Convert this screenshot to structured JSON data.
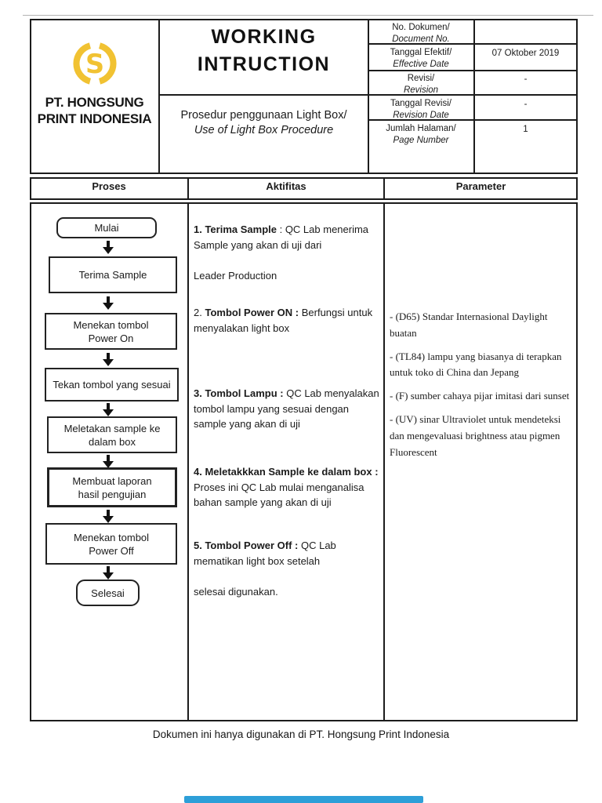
{
  "colors": {
    "logo_yellow": "#F1C232",
    "progress_bar_blue": "#2D9FD8",
    "line_black": "#1C1C1C"
  },
  "header": {
    "title_line1": "WORKING",
    "title_line2": "INTRUCTION",
    "subtitle_line1": "Prosedur penggunaan Light Box/",
    "subtitle_line2": "Use of Light Box Procedure",
    "company_line1": "PT. HONGSUNG",
    "company_line2": "PRINT INDONESIA",
    "logo_icon": "hongsung-s-ring-logo",
    "meta": [
      {
        "label": "No. Dokumen/",
        "label_en": "Document No.",
        "value": ""
      },
      {
        "label": "Tanggal Efektif/",
        "label_en": "Effective Date",
        "value": "07 Oktober 2019"
      },
      {
        "label": "Revisi/",
        "label_en": "Revision",
        "value": "-"
      },
      {
        "label": "Tanggal Revisi/",
        "label_en": "Revision Date",
        "value": "-"
      },
      {
        "label": "Jumlah Halaman/",
        "label_en": "Page Number",
        "value": "1"
      }
    ]
  },
  "columns": {
    "proses": "Proses",
    "aktifitas": "Aktifitas",
    "parameter": "Parameter"
  },
  "flowchart": {
    "nodes": [
      {
        "type": "terminator",
        "label": "Mulai"
      },
      {
        "type": "process",
        "label": "Terima Sample"
      },
      {
        "type": "process",
        "label": "Menekan tombol Power On"
      },
      {
        "type": "process",
        "label": "Tekan tombol yang sesuai"
      },
      {
        "type": "process",
        "label": "Meletakan sample ke dalam box"
      },
      {
        "type": "process",
        "label": "Membuat laporan hasil pengujian"
      },
      {
        "type": "process",
        "label": "Menekan tombol Power Off"
      },
      {
        "type": "terminator",
        "label": "Selesai"
      }
    ]
  },
  "aktifitas_items": [
    {
      "parts": [
        {
          "t": "1. Terima Sample",
          "b": true
        },
        {
          "t": " : QC Lab menerima Sample yang akan di uji dari\n\nLeader Production",
          "b": false
        }
      ]
    },
    {
      "parts": [
        {
          "t": "2. ",
          "b": false
        },
        {
          "t": "Tombol Power ON :",
          "b": true
        },
        {
          "t": " Berfungsi untuk menyalakan light box",
          "b": false
        }
      ]
    },
    {
      "parts": [
        {
          "t": "3. Tombol Lampu :",
          "b": true
        },
        {
          "t": " QC Lab menyalakan tombol lampu yang sesuai dengan sample yang akan di uji",
          "b": false
        }
      ]
    },
    {
      "parts": [
        {
          "t": "4. Meletakkkan Sample ke dalam box :",
          "b": true
        },
        {
          "t": " Proses ini QC Lab mulai menganalisa bahan sample yang akan di uji",
          "b": false
        }
      ]
    },
    {
      "parts": [
        {
          "t": "5. Tombol Power Off :",
          "b": true
        },
        {
          "t": " QC Lab mematikan light box setelah\n\nselesai digunakan.",
          "b": false
        }
      ]
    }
  ],
  "parameter_items": [
    "- (D65) Standar Internasional Daylight buatan",
    "- (TL84) lampu yang biasanya di terapkan untuk toko di China dan Jepang",
    "- (F) sumber cahaya pijar imitasi dari sunset",
    "- (UV) sinar Ultraviolet untuk mendeteksi dan mengevaluasi brightness atau pigmen Fluorescent"
  ],
  "footer": "Dokumen ini hanya digunakan di PT. Hongsung Print Indonesia"
}
